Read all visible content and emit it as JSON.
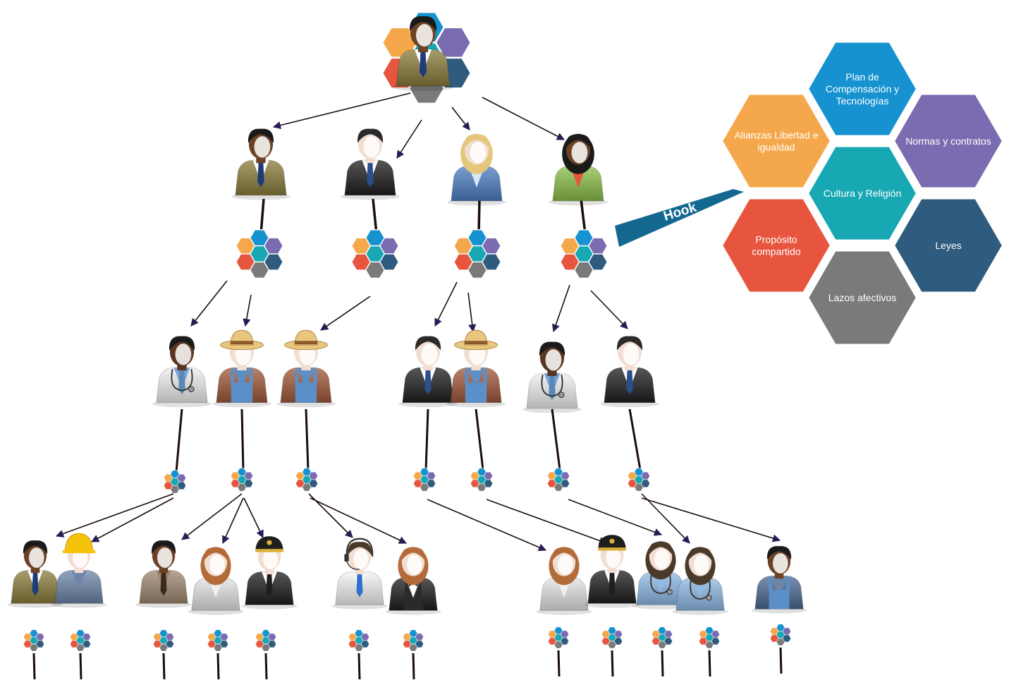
{
  "colors": {
    "orange": "#f5a84b",
    "blue": "#1592cf",
    "purple": "#7b6bb0",
    "teal": "#17a8b4",
    "red": "#e7553e",
    "navy": "#2e5b7e",
    "gray": "#7a7a7a",
    "hook": "#13688f",
    "line": "#1c0c0c",
    "arrowhead": "#2a1a55"
  },
  "legend": {
    "hexes": [
      {
        "key": "plan",
        "lines": [
          "Plan de",
          "Compensación y",
          "Tecnologías"
        ],
        "color": "#1592cf"
      },
      {
        "key": "alianzas",
        "lines": [
          "Alianzas Libertad e",
          "igualdad"
        ],
        "color": "#f5a84b"
      },
      {
        "key": "normas",
        "lines": [
          "Normas y contratos"
        ],
        "color": "#7b6bb0"
      },
      {
        "key": "cultura",
        "lines": [
          "Cultura y Religión"
        ],
        "color": "#17a8b4"
      },
      {
        "key": "proposito",
        "lines": [
          "Propósito",
          "compartido"
        ],
        "color": "#e7553e"
      },
      {
        "key": "leyes",
        "lines": [
          "Leyes"
        ],
        "color": "#2e5b7e"
      },
      {
        "key": "lazos",
        "lines": [
          "Lazos afectivos"
        ],
        "color": "#7a7a7a"
      }
    ]
  },
  "hook": {
    "label": "Hook"
  },
  "people": {
    "top": {
      "role": "leader"
    },
    "level1": [
      "leader",
      "executive",
      "businesswoman",
      "businesswoman-green"
    ],
    "level2": [
      "doctor",
      "farmer",
      "farmer",
      "executive",
      "farmer",
      "doctor",
      "executive"
    ],
    "level3": [
      "businessman",
      "construction-worker",
      "police",
      "woman",
      "pilot",
      "call-center",
      "waiter",
      "woman",
      "pilot",
      "nurse",
      "nurse",
      "mechanic"
    ]
  }
}
